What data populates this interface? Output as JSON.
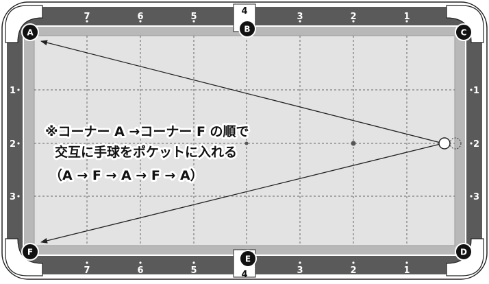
{
  "top_diamonds": [
    "7",
    "6",
    "5",
    "4",
    "3",
    "2",
    "1"
  ],
  "bottom_diamonds": [
    "7",
    "6",
    "5",
    "4",
    "3",
    "2",
    "1"
  ],
  "left_diamonds": [
    "1",
    "2",
    "3"
  ],
  "right_diamonds": [
    "1",
    "2",
    "3"
  ],
  "pockets": {
    "a": "A",
    "b": "B",
    "c": "C",
    "d": "D",
    "e": "E",
    "f": "F"
  },
  "instruction": {
    "line1": "※コーナー A →コーナー F の順で",
    "line2": "交互に手球をポケットに入れる",
    "line3": "（A → F → A → F → A）"
  },
  "colors": {
    "rail": "#5a5a5a",
    "cushion": "#b8b8b8",
    "felt": "#e3e3e3",
    "pocket": "#111111"
  }
}
